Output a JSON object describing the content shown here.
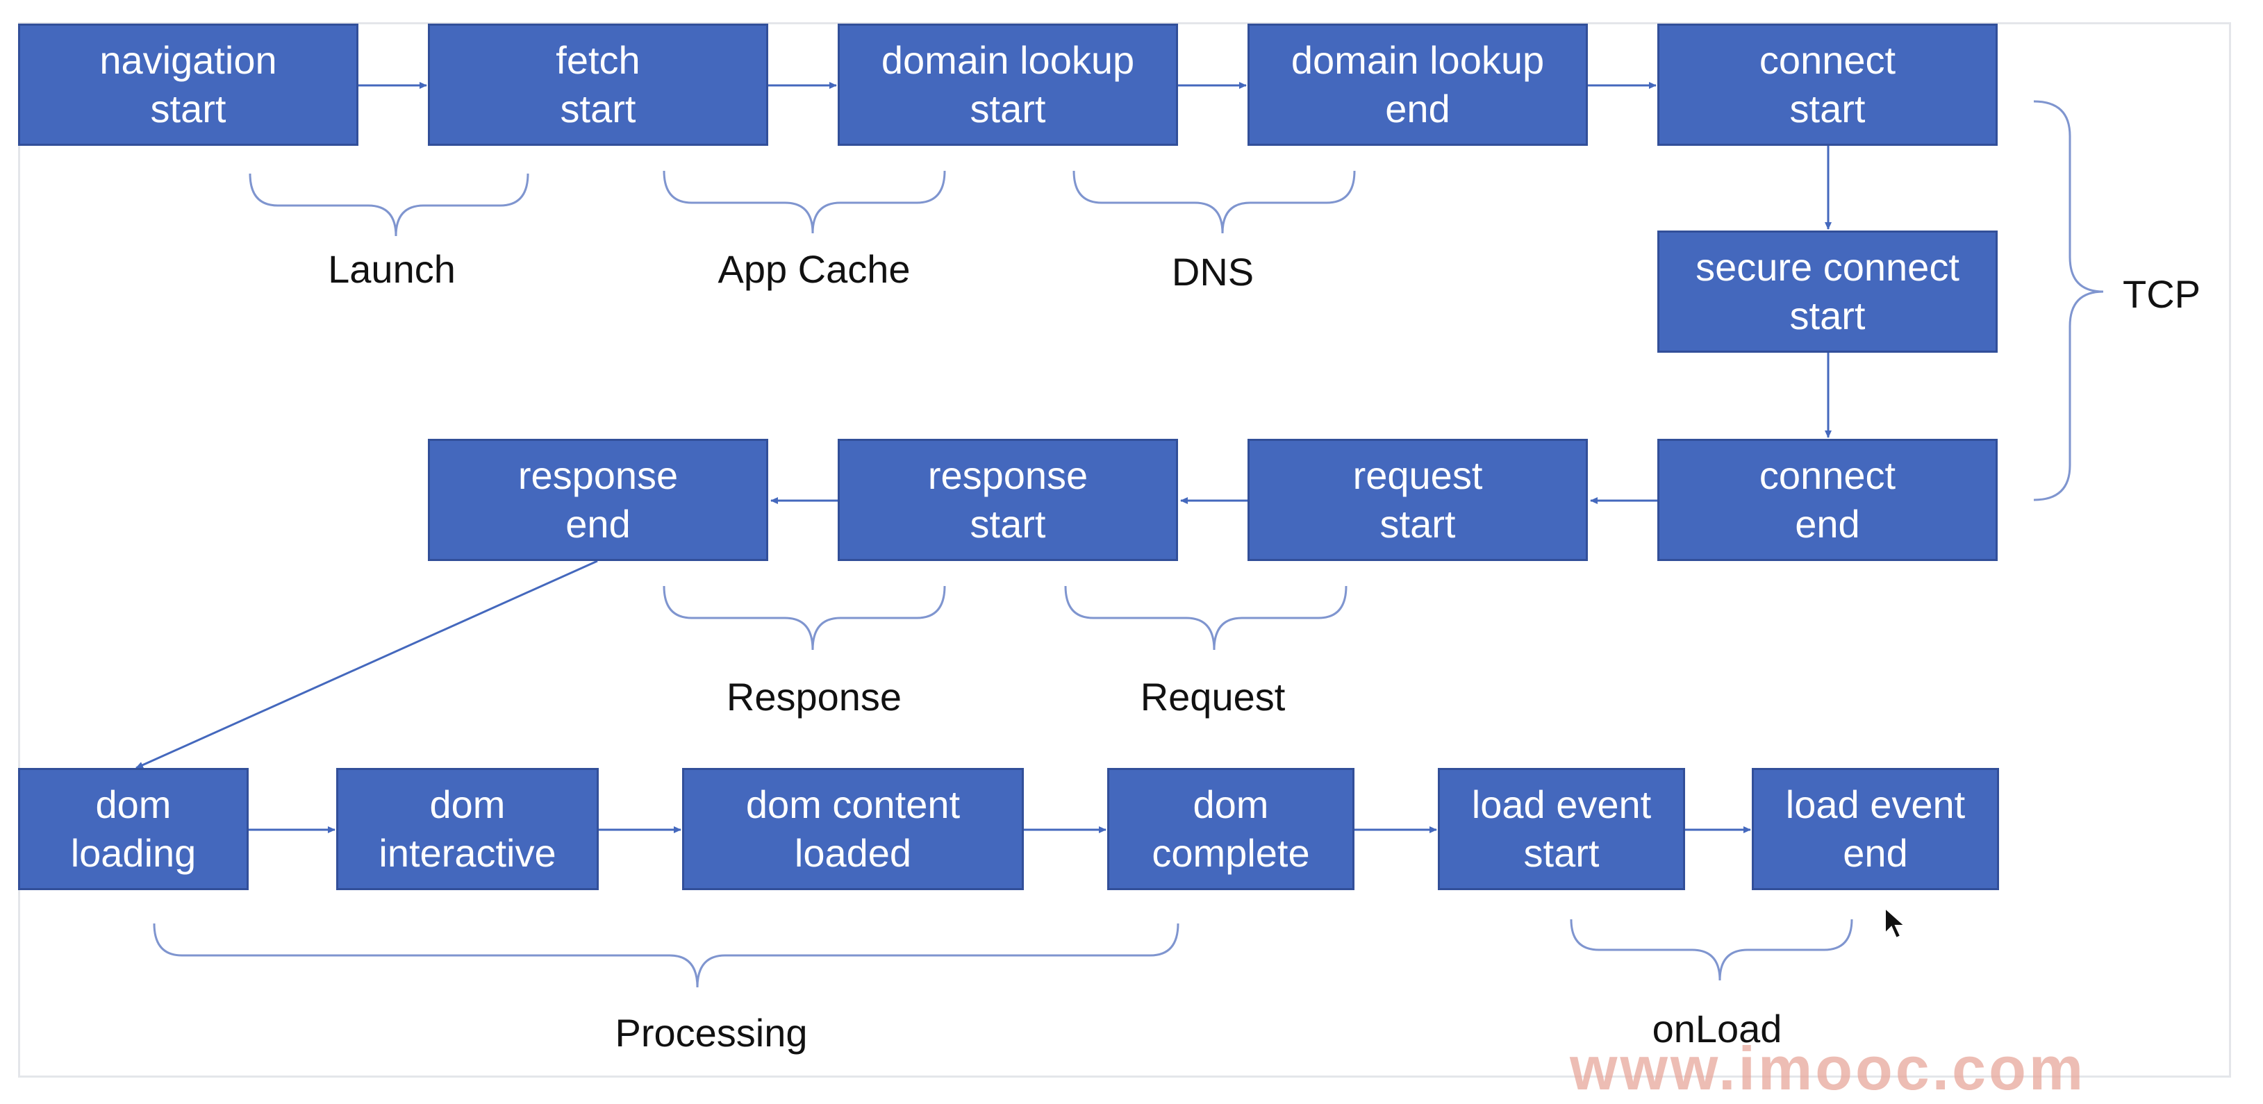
{
  "nodes": {
    "navigation_start": "navigation\nstart",
    "fetch_start": "fetch\nstart",
    "domain_lookup_start": "domain lookup\nstart",
    "domain_lookup_end": "domain lookup\nend",
    "connect_start": "connect\nstart",
    "secure_connect_start": "secure connect\nstart",
    "connect_end": "connect\nend",
    "request_start": "request\nstart",
    "response_start": "response\nstart",
    "response_end": "response\nend",
    "dom_loading": "dom\nloading",
    "dom_interactive": "dom\ninteractive",
    "dom_content_loaded": "dom content\nloaded",
    "dom_complete": "dom\ncomplete",
    "load_event_start": "load event\nstart",
    "load_event_end": "load event\nend"
  },
  "phases": {
    "launch": "Launch",
    "app_cache": "App Cache",
    "dns": "DNS",
    "tcp": "TCP",
    "response": "Response",
    "request": "Request",
    "processing": "Processing",
    "onload": "onLoad"
  },
  "watermark": "www.imooc.com",
  "colors": {
    "node_fill": "#4468bd",
    "node_border": "#324f99",
    "connector": "#4468bd",
    "brace": "#7f95cf"
  }
}
